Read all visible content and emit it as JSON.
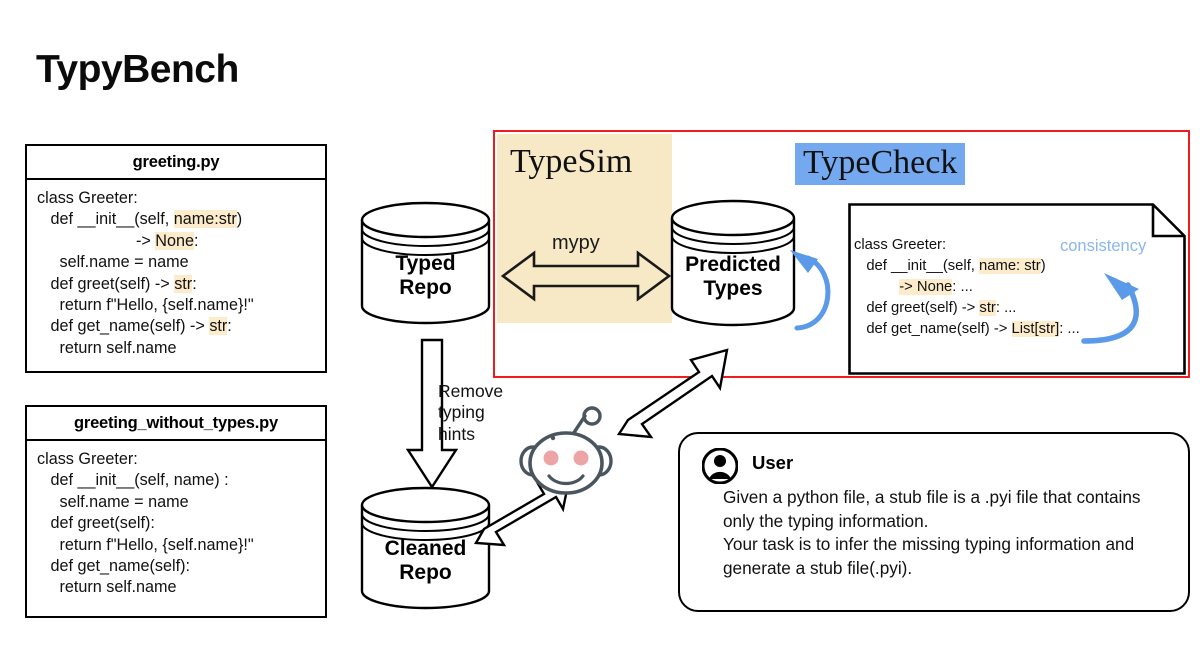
{
  "title": "TypyBench",
  "colors": {
    "highlight_yellow": "#fdeccb",
    "typecheck_blue": "#74a9f0",
    "typesim_beige": "#f7e9c6",
    "region_red": "#ee1c1c",
    "consistency_blue": "#8ab6ee",
    "arrow_blue": "#5a9ae8"
  },
  "code_cards": [
    {
      "filename": "greeting.py",
      "lines": [
        [
          {
            "t": "class Greeter:",
            "h": false
          }
        ],
        [
          {
            "t": "   def __init__(self, ",
            "h": false
          },
          {
            "t": "name:str",
            "h": true
          },
          {
            "t": ")",
            "h": false
          }
        ],
        [
          {
            "t": "                      -> ",
            "h": false
          },
          {
            "t": "None",
            "h": true
          },
          {
            "t": ":",
            "h": false
          }
        ],
        [
          {
            "t": "     self.name = name",
            "h": false
          }
        ],
        [
          {
            "t": "   def greet(self) -> ",
            "h": false
          },
          {
            "t": "str",
            "h": true
          },
          {
            "t": ":",
            "h": false
          }
        ],
        [
          {
            "t": "     return f\"Hello, {self.name}!\"",
            "h": false
          }
        ],
        [
          {
            "t": "   def get_name(self) -> ",
            "h": false
          },
          {
            "t": "str",
            "h": true
          },
          {
            "t": ":",
            "h": false
          }
        ],
        [
          {
            "t": "     return self.name",
            "h": false
          }
        ]
      ]
    },
    {
      "filename": "greeting_without_types.py",
      "lines": [
        [
          {
            "t": "class Greeter:",
            "h": false
          }
        ],
        [
          {
            "t": "   def __init__(self, name) :",
            "h": false
          }
        ],
        [
          {
            "t": "     self.name = name",
            "h": false
          }
        ],
        [
          {
            "t": "   def greet(self):",
            "h": false
          }
        ],
        [
          {
            "t": "     return f\"Hello, {self.name}!\"",
            "h": false
          }
        ],
        [
          {
            "t": "   def get_name(self):",
            "h": false
          }
        ],
        [
          {
            "t": "     return self.name",
            "h": false
          }
        ]
      ]
    }
  ],
  "cylinders": {
    "typed_repo": {
      "line1": "Typed",
      "line2": "Repo"
    },
    "cleaned_repo": {
      "line1": "Cleaned",
      "line2": "Repo"
    },
    "predicted_types": {
      "line1": "Predicted",
      "line2": "Types"
    }
  },
  "region": {
    "typesim_label": "TypeSim",
    "typecheck_label": "TypeCheck",
    "mypy_label": "mypy",
    "consistency_label": "consistency"
  },
  "note": {
    "lines": [
      [
        {
          "t": "class Greeter:",
          "h": false
        }
      ],
      [
        {
          "t": "   def __init__(self, ",
          "h": false
        },
        {
          "t": "name: str",
          "h": true
        },
        {
          "t": ")",
          "h": false
        }
      ],
      [
        {
          "t": "           ",
          "h": false
        },
        {
          "t": "-> None",
          "h": true
        },
        {
          "t": ": ...",
          "h": false
        }
      ],
      [
        {
          "t": "   def greet(self) -> ",
          "h": false
        },
        {
          "t": "str",
          "h": true
        },
        {
          "t": ": ...",
          "h": false
        }
      ],
      [
        {
          "t": "   def get_name(self) -> ",
          "h": false
        },
        {
          "t": "List[str]",
          "h": true
        },
        {
          "t": ": ...",
          "h": false
        }
      ]
    ]
  },
  "flow": {
    "remove_hints_label": "Remove\ntyping\nhints"
  },
  "user_box": {
    "name": "User",
    "prompt": "Given a python file, a stub file is a .pyi file that contains only the typing information.\nYour task is to infer the missing typing information and generate a stub file(.pyi)."
  }
}
